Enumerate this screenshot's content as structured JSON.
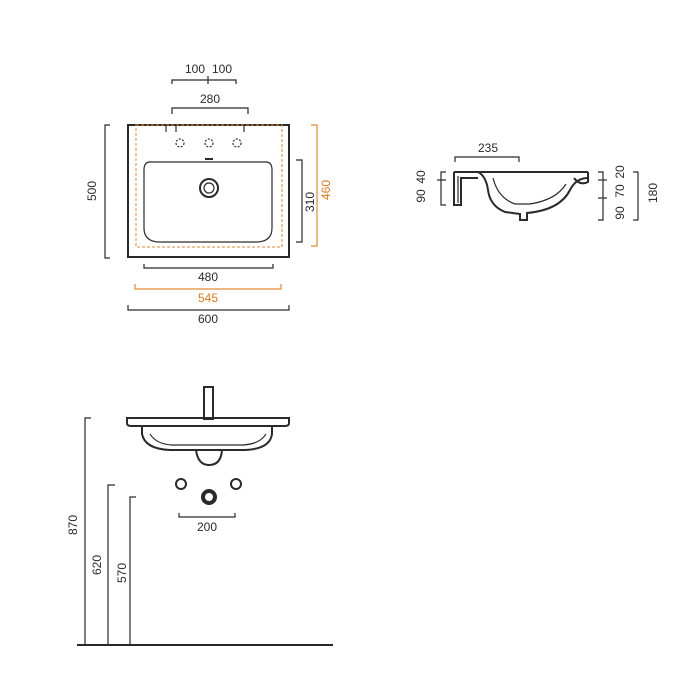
{
  "colors": {
    "line": "#2a2a2a",
    "accent_orange": "#e08a35",
    "background": "#ffffff"
  },
  "top_view": {
    "tap_spacing_left": "100",
    "tap_spacing_right": "100",
    "tap_span": "280",
    "height_total": "500",
    "bowl_depth": "310",
    "cutout_depth": "460",
    "bowl_width": "480",
    "cutout_width": "545",
    "width_total": "600"
  },
  "section_view": {
    "bowl_top_width": "235",
    "left_upper": "40",
    "left_lower": "90",
    "right_top": "20",
    "right_mid": "70",
    "right_bottom": "90",
    "total_height": "180"
  },
  "front_view": {
    "tap_spacing": "200",
    "height_rim": "870",
    "height_inlet": "620",
    "height_waste": "570"
  }
}
